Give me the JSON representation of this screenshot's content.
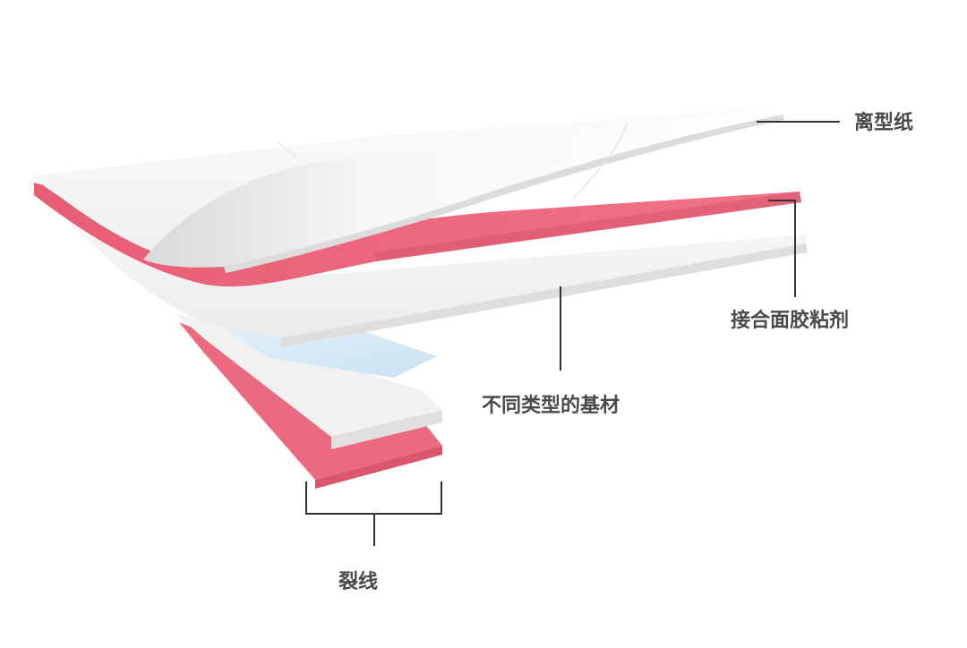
{
  "diagram": {
    "labels": {
      "release_liner": "离型纸",
      "adhesive": "接合面胶粘剂",
      "substrate": "不同类型的基材",
      "slit_line": "裂线"
    },
    "colors": {
      "background": "#ffffff",
      "release_liner": "#f7f7f7",
      "release_liner_shade": "#e2e2e2",
      "adhesive": "#ec6a80",
      "adhesive_dark": "#d9566c",
      "substrate": "#f3f3f3",
      "substrate_blue": "#d4e8f6",
      "leader_line": "#333333",
      "label_text": "#4a4a4a"
    }
  }
}
